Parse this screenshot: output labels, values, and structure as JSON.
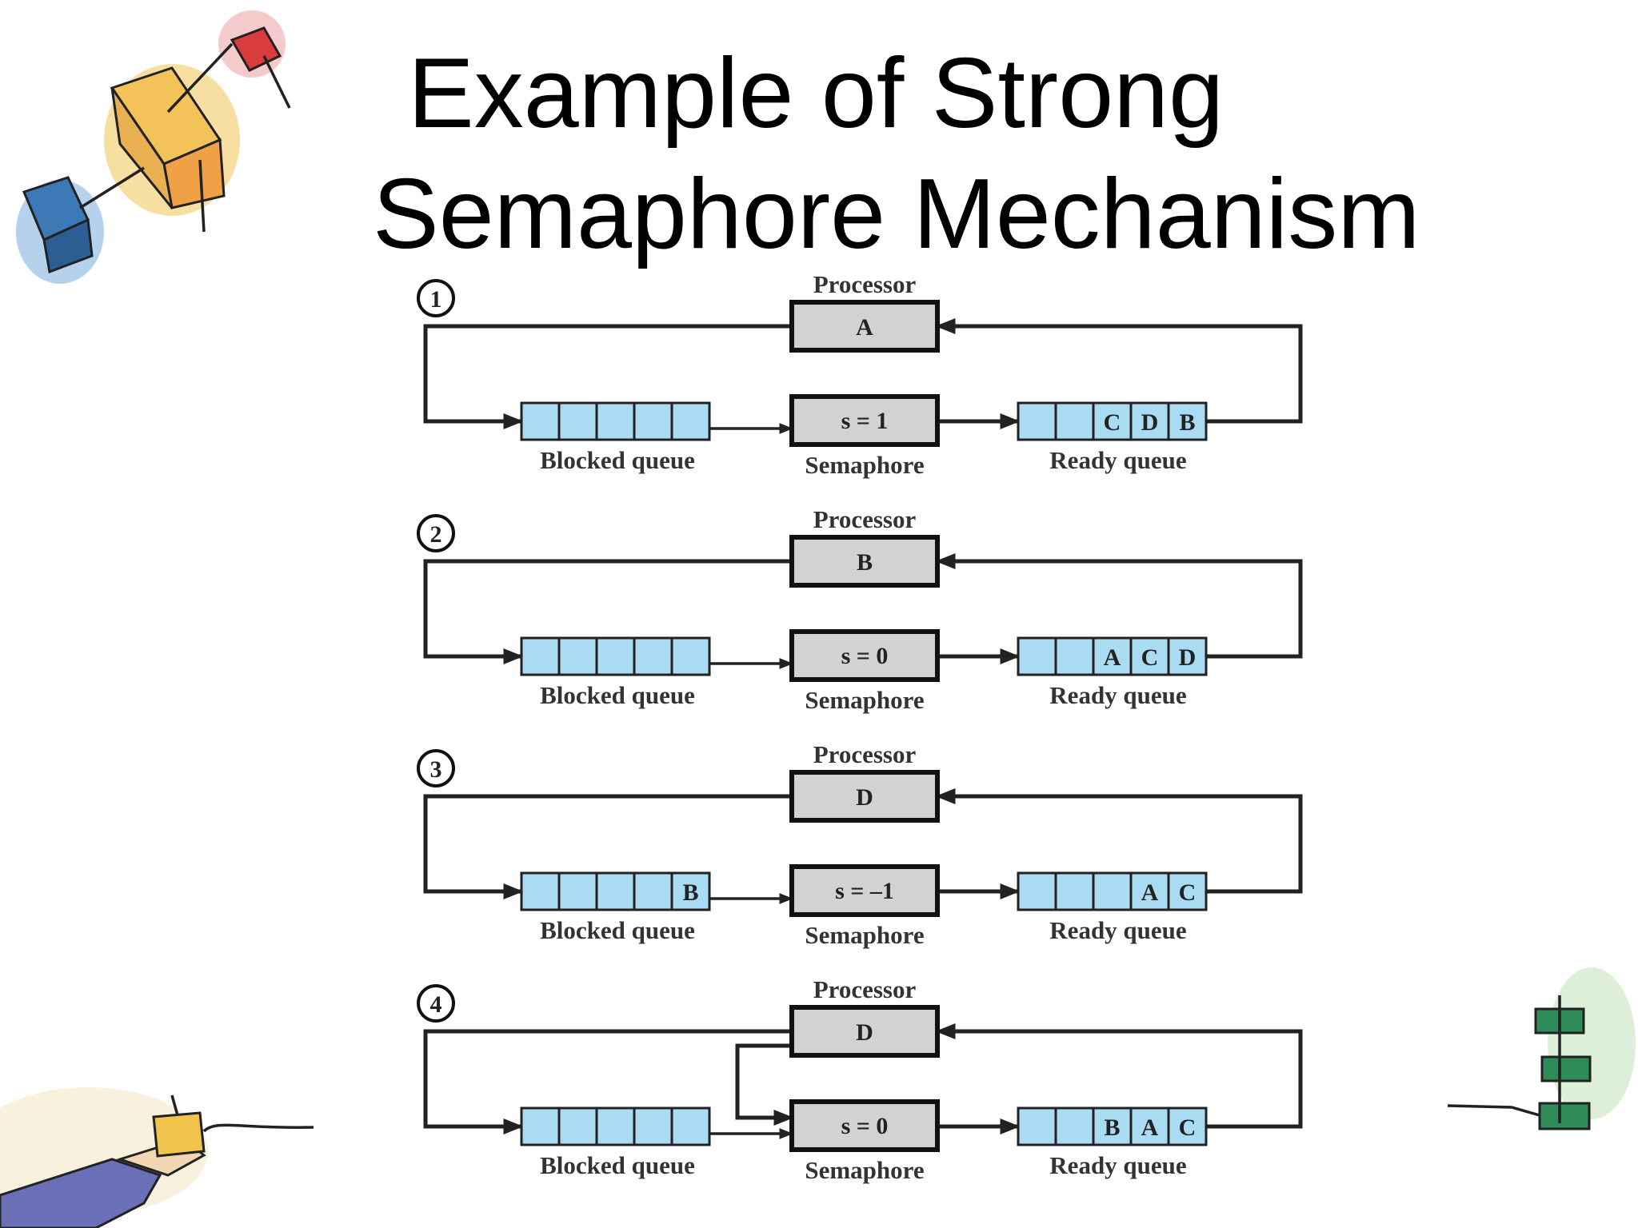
{
  "slide": {
    "title_line1": "Example of Strong",
    "title_line2": "Semaphore Mechanism"
  },
  "labels": {
    "processor": "Processor",
    "semaphore": "Semaphore",
    "blocked_queue": "Blocked queue",
    "ready_queue": "Ready queue"
  },
  "steps": [
    {
      "number": "1",
      "processor": "A",
      "semaphore": "s = 1",
      "blocked": [
        "",
        "",
        "",
        "",
        ""
      ],
      "ready": [
        "",
        "",
        "C",
        "D",
        "B"
      ],
      "processor_to_semaphore": false
    },
    {
      "number": "2",
      "processor": "B",
      "semaphore": "s = 0",
      "blocked": [
        "",
        "",
        "",
        "",
        ""
      ],
      "ready": [
        "",
        "",
        "A",
        "C",
        "D"
      ],
      "processor_to_semaphore": false
    },
    {
      "number": "3",
      "processor": "D",
      "semaphore": "s = –1",
      "blocked": [
        "",
        "",
        "",
        "",
        "B"
      ],
      "ready": [
        "",
        "",
        "",
        "A",
        "C"
      ],
      "processor_to_semaphore": false
    },
    {
      "number": "4",
      "processor": "D",
      "semaphore": "s = 0",
      "blocked": [
        "",
        "",
        "",
        "",
        ""
      ],
      "ready": [
        "",
        "",
        "B",
        "A",
        "C"
      ],
      "processor_to_semaphore": true
    }
  ],
  "decorations": [
    "cube-sketch-icon",
    "hand-with-box-icon",
    "stacked-boxes-icon"
  ]
}
